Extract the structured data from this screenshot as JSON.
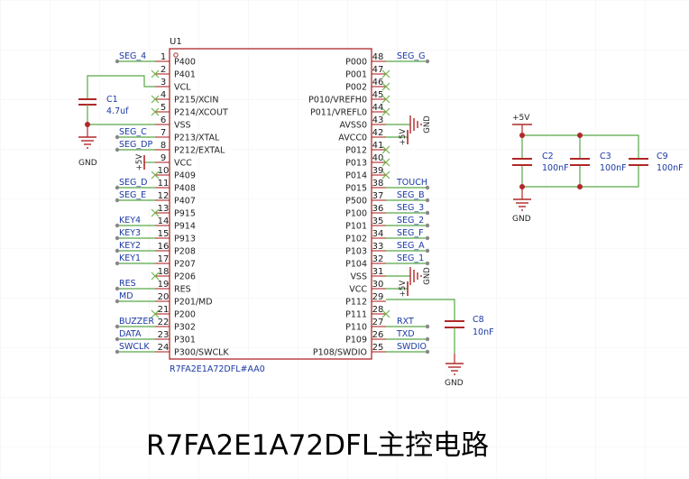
{
  "colors": {
    "wire": "#59a847",
    "body": "#b02828",
    "text": "#222222",
    "net": "#1b3aa4",
    "pinnum": "#1a1a1a",
    "nc": "#6fb44a",
    "grid": "#f0f0f0"
  },
  "u1": {
    "designator": "U1",
    "part": "R7FA2E1A72DFL#AA0",
    "left_pins": [
      {
        "num": "1",
        "name": "P400",
        "net": "SEG_4",
        "kind": "net"
      },
      {
        "num": "2",
        "name": "P401",
        "net": "",
        "kind": "nc"
      },
      {
        "num": "3",
        "name": "VCL",
        "net": "",
        "kind": "wire"
      },
      {
        "num": "4",
        "name": "P215/XCIN",
        "net": "",
        "kind": "nc"
      },
      {
        "num": "5",
        "name": "P214/XCOUT",
        "net": "",
        "kind": "nc"
      },
      {
        "num": "6",
        "name": "VSS",
        "net": "",
        "kind": "wire"
      },
      {
        "num": "7",
        "name": "P213/XTAL",
        "net": "SEG_C",
        "kind": "net"
      },
      {
        "num": "8",
        "name": "P212/EXTAL",
        "net": "SEG_DP",
        "kind": "net"
      },
      {
        "num": "9",
        "name": "VCC",
        "net": "",
        "kind": "power"
      },
      {
        "num": "10",
        "name": "P409",
        "net": "",
        "kind": "nc"
      },
      {
        "num": "11",
        "name": "P408",
        "net": "SEG_D",
        "kind": "net"
      },
      {
        "num": "12",
        "name": "P407",
        "net": "SEG_E",
        "kind": "net"
      },
      {
        "num": "13",
        "name": "P915",
        "net": "",
        "kind": "nc"
      },
      {
        "num": "14",
        "name": "P914",
        "net": "KEY4",
        "kind": "net"
      },
      {
        "num": "15",
        "name": "P913",
        "net": "KEY3",
        "kind": "net"
      },
      {
        "num": "16",
        "name": "P208",
        "net": "KEY2",
        "kind": "net"
      },
      {
        "num": "17",
        "name": "P207",
        "net": "KEY1",
        "kind": "net"
      },
      {
        "num": "18",
        "name": "P206",
        "net": "",
        "kind": "nc"
      },
      {
        "num": "19",
        "name": "RES",
        "net": "RES",
        "kind": "net"
      },
      {
        "num": "20",
        "name": "P201/MD",
        "net": "MD",
        "kind": "net"
      },
      {
        "num": "21",
        "name": "P200",
        "net": "",
        "kind": "nc"
      },
      {
        "num": "22",
        "name": "P302",
        "net": "BUZZER",
        "kind": "net"
      },
      {
        "num": "23",
        "name": "P301",
        "net": "DATA",
        "kind": "net"
      },
      {
        "num": "24",
        "name": "P300/SWCLK",
        "net": "SWCLK",
        "kind": "net"
      }
    ],
    "right_pins": [
      {
        "num": "48",
        "name": "P000",
        "net": "SEG_G",
        "kind": "net"
      },
      {
        "num": "47",
        "name": "P001",
        "net": "",
        "kind": "nc"
      },
      {
        "num": "46",
        "name": "P002",
        "net": "",
        "kind": "nc"
      },
      {
        "num": "45",
        "name": "P010/VREFH0",
        "net": "",
        "kind": "nc"
      },
      {
        "num": "44",
        "name": "P011/VREFL0",
        "net": "",
        "kind": "nc"
      },
      {
        "num": "43",
        "name": "AVSS0",
        "net": "",
        "kind": "gnd"
      },
      {
        "num": "42",
        "name": "AVCC0",
        "net": "",
        "kind": "power"
      },
      {
        "num": "41",
        "name": "P012",
        "net": "",
        "kind": "nc"
      },
      {
        "num": "40",
        "name": "P013",
        "net": "",
        "kind": "nc"
      },
      {
        "num": "39",
        "name": "P014",
        "net": "",
        "kind": "nc"
      },
      {
        "num": "38",
        "name": "P015",
        "net": "TOUCH",
        "kind": "net"
      },
      {
        "num": "37",
        "name": "P500",
        "net": "SEG_B",
        "kind": "net"
      },
      {
        "num": "36",
        "name": "P100",
        "net": "SEG_3",
        "kind": "net"
      },
      {
        "num": "35",
        "name": "P101",
        "net": "SEG_2",
        "kind": "net"
      },
      {
        "num": "34",
        "name": "P102",
        "net": "SEG_F",
        "kind": "net"
      },
      {
        "num": "33",
        "name": "P103",
        "net": "SEG_A",
        "kind": "net"
      },
      {
        "num": "32",
        "name": "P104",
        "net": "SEG_1",
        "kind": "net"
      },
      {
        "num": "31",
        "name": "VSS",
        "net": "",
        "kind": "gnd"
      },
      {
        "num": "30",
        "name": "VCC",
        "net": "",
        "kind": "power"
      },
      {
        "num": "29",
        "name": "P112",
        "net": "",
        "kind": "wire"
      },
      {
        "num": "28",
        "name": "P111",
        "net": "",
        "kind": "nc"
      },
      {
        "num": "27",
        "name": "P110",
        "net": "RXT",
        "kind": "net"
      },
      {
        "num": "26",
        "name": "P109",
        "net": "TXD",
        "kind": "net"
      },
      {
        "num": "25",
        "name": "P108/SWDIO",
        "net": "SWDIO",
        "kind": "net"
      }
    ]
  },
  "c1": {
    "ref": "C1",
    "value": "4.7uf"
  },
  "c2": {
    "ref": "C2",
    "value": "100nF"
  },
  "c3": {
    "ref": "C3",
    "value": "100nF"
  },
  "c9": {
    "ref": "C9",
    "value": "100nF"
  },
  "c8": {
    "ref": "C8",
    "value": "10nF"
  },
  "labels": {
    "gnd": "GND",
    "vcc": "+5V"
  },
  "caption": "R7FA2E1A72DFL主控电路"
}
